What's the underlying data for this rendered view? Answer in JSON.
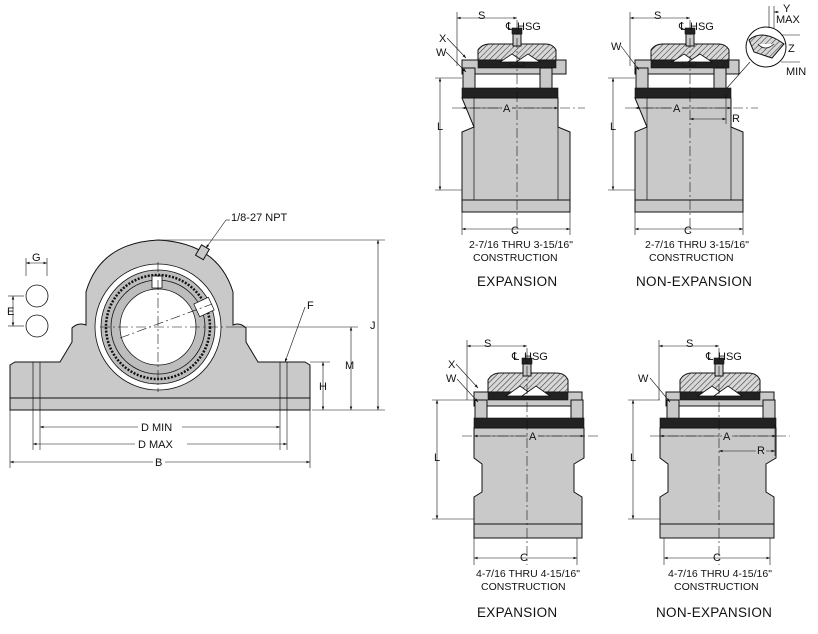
{
  "front_view": {
    "npt_label": "1/8-27 NPT",
    "g": "G",
    "e": "E",
    "f": "F",
    "j": "J",
    "m": "M",
    "h": "H",
    "d_min": "D MIN",
    "d_max": "D MAX",
    "b": "B"
  },
  "views": [
    {
      "s": "S",
      "x": "X",
      "w": "W",
      "hsg": "HSG",
      "cl": "℄",
      "a": "A",
      "l": "L",
      "c": "C",
      "caption_line1": "2-7/16 THRU 3-15/16\"",
      "caption_line2": "CONSTRUCTION",
      "title": "EXPANSION"
    },
    {
      "s": "S",
      "w": "W",
      "hsg": "HSG",
      "cl": "℄",
      "a": "A",
      "l": "L",
      "c": "C",
      "r": "R",
      "y": "Y",
      "max": "MAX",
      "z": "Z",
      "min": "MIN",
      "caption_line1": "2-7/16 THRU 3-15/16\"",
      "caption_line2": "CONSTRUCTION",
      "title": "NON-EXPANSION"
    },
    {
      "s": "S",
      "x": "X",
      "w": "W",
      "hsg": "HSG",
      "cl": "℄",
      "a": "A",
      "l": "L",
      "c": "C",
      "caption_line1": "4-7/16 THRU 4-15/16\"",
      "caption_line2": "CONSTRUCTION",
      "title": "EXPANSION"
    },
    {
      "s": "S",
      "w": "W",
      "hsg": "HSG",
      "cl": "℄",
      "a": "A",
      "l": "L",
      "c": "C",
      "r": "R",
      "caption_line1": "4-7/16 THRU 4-15/16\"",
      "caption_line2": "CONSTRUCTION",
      "title": "NON-EXPANSION"
    }
  ]
}
